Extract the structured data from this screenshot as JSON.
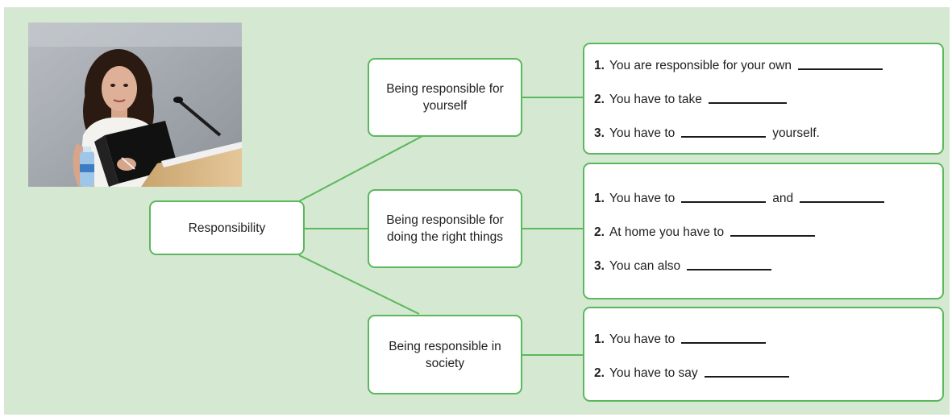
{
  "diagram": {
    "root": {
      "label": "Responsibility"
    },
    "branches": [
      {
        "label": "Being responsible for yourself",
        "items": [
          {
            "num": "1.",
            "before": "You are responsible for your own",
            "blank": true,
            "after": "",
            "blank2": false,
            "after2": ""
          },
          {
            "num": "2.",
            "before": "You have to take",
            "blank": true,
            "after": "",
            "blank2": false,
            "after2": ""
          },
          {
            "num": "3.",
            "before": "You have to",
            "blank": true,
            "after": "yourself.",
            "blank2": false,
            "after2": ""
          }
        ]
      },
      {
        "label": "Being responsible for doing the right things",
        "items": [
          {
            "num": "1.",
            "before": "You have to",
            "blank": true,
            "after": "and",
            "blank2": true,
            "after2": ""
          },
          {
            "num": "2.",
            "before": "At home you have to",
            "blank": true,
            "after": "",
            "blank2": false,
            "after2": ""
          },
          {
            "num": "3.",
            "before": "You can also",
            "blank": true,
            "after": "",
            "blank2": false,
            "after2": ""
          }
        ]
      },
      {
        "label": "Being responsible in society",
        "items": [
          {
            "num": "1.",
            "before": "You have to",
            "blank": true,
            "after": "",
            "blank2": false,
            "after2": ""
          },
          {
            "num": "2.",
            "before": "You have to say",
            "blank": true,
            "after": "",
            "blank2": false,
            "after2": ""
          }
        ]
      }
    ]
  },
  "photo": {
    "icon": "woman-at-podium-photo"
  },
  "colors": {
    "panel": "#d5e8d2",
    "border": "#5cb85c",
    "line": "#5cb85c",
    "blank": "#1a1a1a"
  }
}
